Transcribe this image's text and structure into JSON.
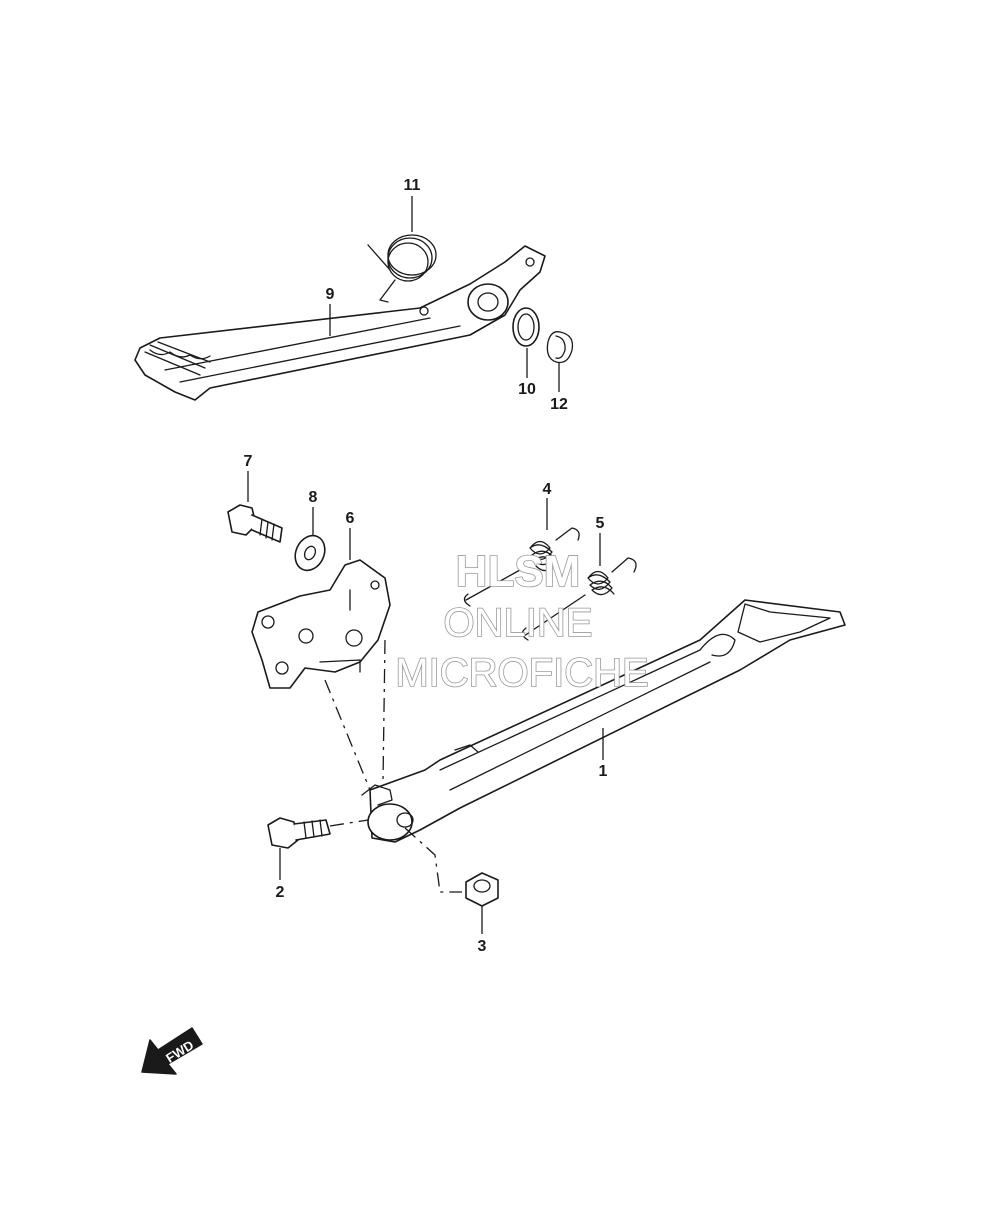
{
  "callouts": {
    "c1": "1",
    "c2": "2",
    "c3": "3",
    "c4": "4",
    "c5": "5",
    "c6": "6",
    "c7": "7",
    "c8": "8",
    "c9": "9",
    "c10": "10",
    "c11": "11",
    "c12": "12"
  },
  "watermark": {
    "line1": "HLSM",
    "line2": "ONLINE",
    "line3": "MICROFICHE"
  },
  "direction_label": "FWD",
  "colors": {
    "line": "#1a1a1a",
    "watermark_outline": "#9a9a9a",
    "background": "#ffffff"
  }
}
